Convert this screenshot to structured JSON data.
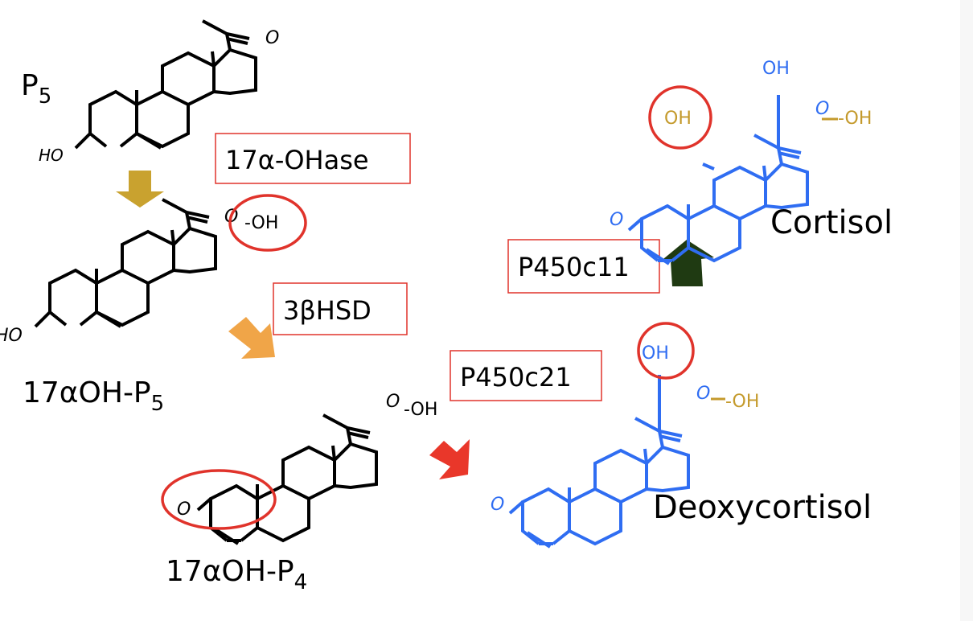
{
  "colors": {
    "black": "#000000",
    "blue": "#2f6df2",
    "gold": "#c49a2c",
    "red": "#e0332b",
    "arrow_gold": "#c9a22f",
    "arrow_orange": "#f0a548",
    "arrow_red": "#e9372a",
    "arrow_green": "#1f3a12"
  },
  "compounds": {
    "p5": {
      "name": "P",
      "sub": "5",
      "oh_label": "HO",
      "ketone_label": "O"
    },
    "hydroxy_p5": {
      "name": "17αOH-P",
      "sub": "5",
      "oh_label": "HO",
      "ketone_label": "O",
      "side_label": "-OH"
    },
    "hydroxy_p4": {
      "name": "17αOH-P",
      "sub": "4",
      "keto_label": "O",
      "ketone_label": "O",
      "side_label": "-OH"
    },
    "deoxycortisol": {
      "name": "Deoxycortisol",
      "keto_label": "O",
      "ketone_label": "O",
      "top_label": "OH",
      "side_label": "-OH"
    },
    "cortisol": {
      "name": "Cortisol",
      "keto_label": "O",
      "ketone_label": "O",
      "top_label": "OH",
      "ring_label": "OH",
      "side_label": "-OH"
    }
  },
  "enzymes": {
    "hydroxylase": "17α-OHase",
    "hsd": "3βHSD",
    "c21": "P450c21",
    "c11": "P450c11"
  }
}
